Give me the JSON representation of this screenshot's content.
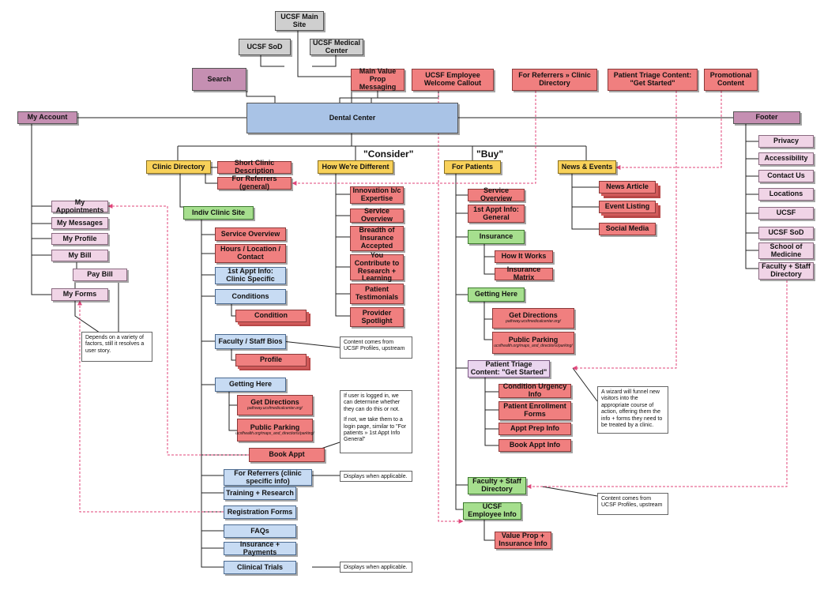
{
  "diagram": {
    "top": {
      "main_site": "UCSF Main Site",
      "sod": "UCSF SoD",
      "medical_center": "UCSF Medical Center",
      "search": "Search",
      "dental_center": "Dental Center",
      "my_account": "My Account",
      "footer": "Footer"
    },
    "callouts": [
      "Main Value Prop Messaging",
      "UCSF Employee Welcome Callout",
      "For Referrers » Clinic Directory",
      "Patient Triage Content: \"Get Started\"",
      "Promotional Content"
    ],
    "phases": {
      "consider": "\"Consider\"",
      "buy": "\"Buy\""
    },
    "account": {
      "appointments": "My Appointments",
      "messages": "My Messages",
      "profile": "My Profile",
      "bill": "My Bill",
      "pay_bill": "Pay Bill",
      "forms": "My Forms",
      "note": "Depends on a variety of factors, still it resolves a user story."
    },
    "footer_items": [
      "Privacy",
      "Accessibility",
      "Contact Us",
      "Locations",
      "UCSF",
      "UCSF SoD",
      "School of Medicine",
      "Faculty + Staff Directory"
    ],
    "clinic": {
      "directory": "Clinic Directory",
      "short_desc": "Short Clinic Description",
      "for_referrers": "For Referrers (general)",
      "indiv_site": "Indiv Clinic Site",
      "service_overview": "Service Overview",
      "hours": "Hours / Location / Contact",
      "first_appt": "1st Appt Info: Clinic Specific",
      "conditions": "Conditions",
      "condition": "Condition",
      "faculty_bios": "Faculty / Staff Bios",
      "profile": "Profile",
      "getting_here": "Getting Here",
      "get_directions": "Get Directions",
      "get_directions_url": "pathway.ucsfmedicalcenter.org/",
      "public_parking": "Public Parking",
      "public_parking_url": "ucsfhealth.org/maps_and_directions/parking/",
      "book_appt": "Book Appt",
      "referrers_specific": "For Referrers (clinic specific info)",
      "training": "Training + Research",
      "registration": "Registration Forms",
      "faqs": "FAQs",
      "insurance": "Insurance + Payments",
      "trials": "Clinical Trials",
      "note_profiles": "Content comes from UCSF Profiles, upstream",
      "note_login": "If user is logged in, we can determine whether they can do this or not.",
      "note_login2": "If not, we take them to a login page, similar to \"For patients » 1st Appt Info General\"",
      "note_applicable": "Displays when applicable.",
      "note_applicable2": "Displays when applicable."
    },
    "different": {
      "title": "How We're Different",
      "items": [
        "Innovation b/c Expertise",
        "Service Overview",
        "Breadth of Insurance Accepted",
        "You Contribute to Research + Learning",
        "Patient Testimonials",
        "Provider Spotlight"
      ]
    },
    "patients": {
      "title": "For Patients",
      "service_overview": "Service Overview",
      "first_appt": "1st Appt Info: General",
      "insurance": "Insurance",
      "how_it_works": "How It Works",
      "matrix": "Insurance Matrix",
      "getting_here": "Getting Here",
      "get_directions": "Get Directions",
      "get_directions_url": "pathway.ucsfmedicalcenter.org/",
      "public_parking": "Public Parking",
      "public_parking_url": "ucsfhealth.org/maps_and_directions/parking/",
      "triage": "Patient Triage Content: \"Get Started\"",
      "urgency": "Condition Urgency Info",
      "enrollment": "Patient Enrollment Forms",
      "prep": "Appt Prep Info",
      "book": "Book Appt Info",
      "faculty": "Faculty + Staff Directory",
      "employee": "UCSF Employee Info",
      "value_prop": "Value Prop + Insurance Info",
      "note_wizard": "A wizard will funnel new visitors into the appropriate course of action, offering them the info + forms they need to be treated by a clinic.",
      "note_profiles": "Content comes from UCSF Profiles, upstream"
    },
    "news": {
      "title": "News & Events",
      "article": "News Article",
      "event": "Event Listing",
      "social": "Social Media"
    }
  }
}
